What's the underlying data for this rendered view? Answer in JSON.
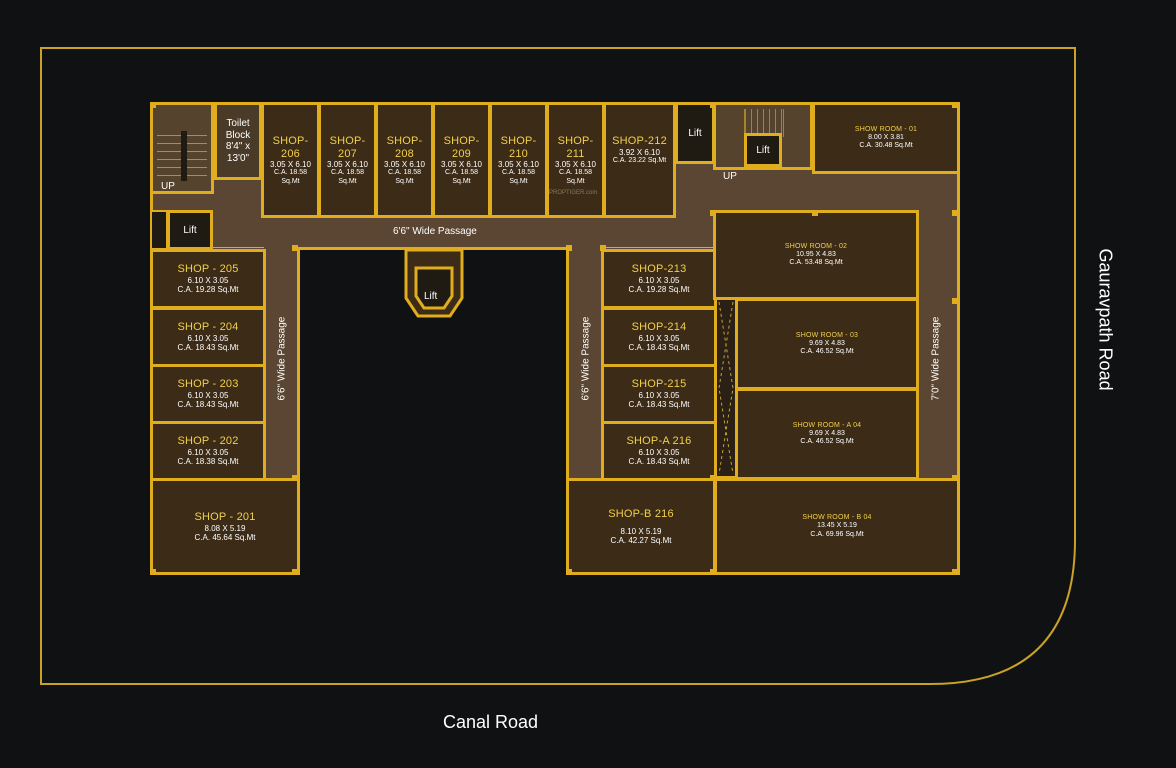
{
  "roads": {
    "bottom": "Canal Road",
    "right": "Gauravpath Road"
  },
  "passages": {
    "top": "6'6\" Wide Passage",
    "left": "6'6\" Wide Passage",
    "middle": "6'6\" Wide Passage",
    "right": "7'0\" Wide Passage"
  },
  "stairs": {
    "up_left": "UP",
    "up_right": "UP"
  },
  "lifts": {
    "left": "Lift",
    "top_right": "Lift",
    "stair_right": "Lift",
    "center": "Lift"
  },
  "toilet": {
    "title": "Toilet Block",
    "dims": "8'4\" x 13'0\""
  },
  "top_shops": [
    {
      "name": "SHOP-206",
      "dims": "3.05 X 6.10",
      "area": "C.A. 18.58 Sq.Mt"
    },
    {
      "name": "SHOP-207",
      "dims": "3.05 X 6.10",
      "area": "C.A. 18.58 Sq.Mt"
    },
    {
      "name": "SHOP-208",
      "dims": "3.05 X 6.10",
      "area": "C.A. 18.58 Sq.Mt"
    },
    {
      "name": "SHOP-209",
      "dims": "3.05 X 6.10",
      "area": "C.A. 18.58 Sq.Mt"
    },
    {
      "name": "SHOP-210",
      "dims": "3.05 X 6.10",
      "area": "C.A. 18.58 Sq.Mt"
    },
    {
      "name": "SHOP-211",
      "dims": "3.05 X 6.10",
      "area": "C.A. 18.58 Sq.Mt"
    },
    {
      "name": "SHOP-212",
      "dims": "3.92 X 6.10",
      "area": "C.A. 23.22 Sq.Mt"
    }
  ],
  "left_shops": [
    {
      "name": "SHOP - 205",
      "dims": "6.10 X 3.05",
      "area": "C.A. 19.28 Sq.Mt"
    },
    {
      "name": "SHOP - 204",
      "dims": "6.10 X 3.05",
      "area": "C.A. 18.43 Sq.Mt"
    },
    {
      "name": "SHOP - 203",
      "dims": "6.10 X 3.05",
      "area": "C.A. 18.43 Sq.Mt"
    },
    {
      "name": "SHOP - 202",
      "dims": "6.10 X 3.05",
      "area": "C.A. 18.38 Sq.Mt"
    },
    {
      "name": "SHOP - 201",
      "dims": "8.08 X 5.19",
      "area": "C.A. 45.64 Sq.Mt"
    }
  ],
  "mid_shops": [
    {
      "name": "SHOP-213",
      "dims": "6.10 X 3.05",
      "area": "C.A. 19.28 Sq.Mt"
    },
    {
      "name": "SHOP-214",
      "dims": "6.10 X 3.05",
      "area": "C.A. 18.43 Sq.Mt"
    },
    {
      "name": "SHOP-215",
      "dims": "6.10 X 3.05",
      "area": "C.A. 18.43 Sq.Mt"
    },
    {
      "name": "SHOP-A 216",
      "dims": "6.10 X 3.05",
      "area": "C.A. 18.43 Sq.Mt"
    },
    {
      "name": "SHOP-B 216",
      "dims": "8.10 X 5.19",
      "area": "C.A. 42.27 Sq.Mt"
    }
  ],
  "show_rooms": [
    {
      "name": "SHOW ROOM - 01",
      "dims": "8.00 X 3.81",
      "area": "C.A. 30.48 Sq.Mt"
    },
    {
      "name": "SHOW ROOM - 02",
      "dims": "10.95 X 4.83",
      "area": "C.A. 53.48 Sq.Mt"
    },
    {
      "name": "SHOW ROOM - 03",
      "dims": "9.69 X 4.83",
      "area": "C.A. 46.52 Sq.Mt"
    },
    {
      "name": "SHOW ROOM - A 04",
      "dims": "9.69 X 4.83",
      "area": "C.A. 46.52 Sq.Mt"
    },
    {
      "name": "SHOW ROOM - B 04",
      "dims": "13.45 X 5.19",
      "area": "C.A. 69.96 Sq.Mt"
    }
  ],
  "watermark": "PROPTIGER.com",
  "colors": {
    "background": "#0f1112",
    "wall": "#e0ad1e",
    "room": "#3b2b17",
    "passage": "#5a4632",
    "label": "#f2d04a"
  }
}
